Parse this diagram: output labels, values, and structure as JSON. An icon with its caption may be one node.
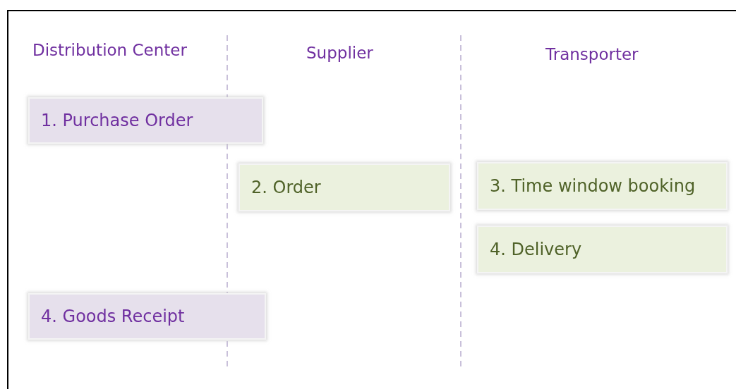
{
  "diagram": {
    "nodes": [
      {
        "text": [
          "1. Purchase Order"
        ]
      },
      {
        "text": [
          "2. Order"
        ]
      },
      {
        "text": [
          "3. Time window booking"
        ]
      },
      {
        "text": [
          "4. Delivery"
        ]
      },
      {
        "text": [
          "4. Goods Receipt"
        ]
      }
    ],
    "labels": [
      "Distribution Center",
      "Supplier",
      "Transporter"
    ]
  }
}
